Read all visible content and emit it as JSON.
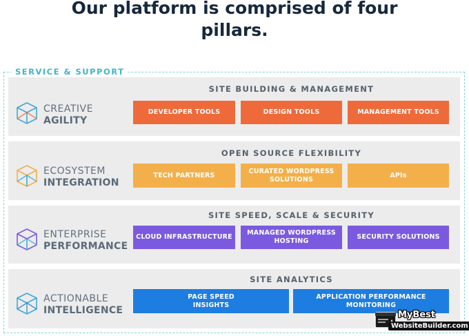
{
  "heading": {
    "line1": "Our platform is comprised of four",
    "line2": "pillars."
  },
  "frame_label": "SERVICE & SUPPORT",
  "pillars": [
    {
      "title1": "CREATIVE",
      "title2": "AGILITY",
      "section": "SITE BUILDING & MANAGEMENT",
      "color": "#ef6a3b",
      "tiles": [
        [
          "DEVELOPER TOOLS"
        ],
        [
          "DESIGN TOOLS"
        ],
        [
          "MANAGEMENT TOOLS"
        ]
      ]
    },
    {
      "title1": "ECOSYSTEM",
      "title2": "INTEGRATION",
      "section": "OPEN SOURCE FLEXIBILITY",
      "color": "#f3b04a",
      "tiles": [
        [
          "TECH PARTNERS"
        ],
        [
          "CURATED WORDPRESS",
          "SOLUTIONS"
        ],
        [
          "APIs"
        ]
      ]
    },
    {
      "title1": "ENTERPRISE",
      "title2": "PERFORMANCE",
      "section": "SITE SPEED, SCALE & SECURITY",
      "color": "#7b5ae0",
      "tiles": [
        [
          "CLOUD INFRASTRUCTURE"
        ],
        [
          "MANAGED WORDPRESS",
          "HOSTING"
        ],
        [
          "SECURITY SOLUTIONS"
        ]
      ]
    },
    {
      "title1": "ACTIONABLE",
      "title2": "INTELLIGENCE",
      "section": "SITE ANALYTICS",
      "color": "#1e7de0",
      "tiles": [
        [
          "PAGE SPEED",
          "INSIGHTS"
        ],
        [
          "APPLICATION PERFORMANCE",
          "MONITORING"
        ]
      ]
    }
  ],
  "watermark": {
    "line1": "MyBest",
    "line2": "WebsiteBuilder.com"
  }
}
